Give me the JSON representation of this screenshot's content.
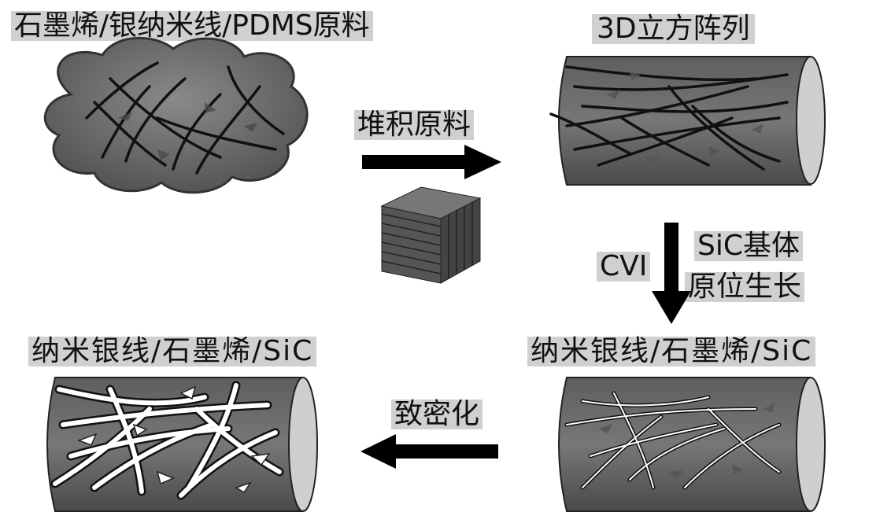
{
  "labels": {
    "raw_material": "石墨烯/银纳米线/PDMS原料",
    "cube_array": "3D立方阵列",
    "stack_step": "堆积原料",
    "cvi": "CVI",
    "sic_growth_line1": "SiC基体",
    "sic_growth_line2": "原位生长",
    "product_right": "纳米银线/石墨烯/SiC",
    "densify_step": "致密化",
    "product_left": "纳米银线/石墨烯/SiC"
  }
}
